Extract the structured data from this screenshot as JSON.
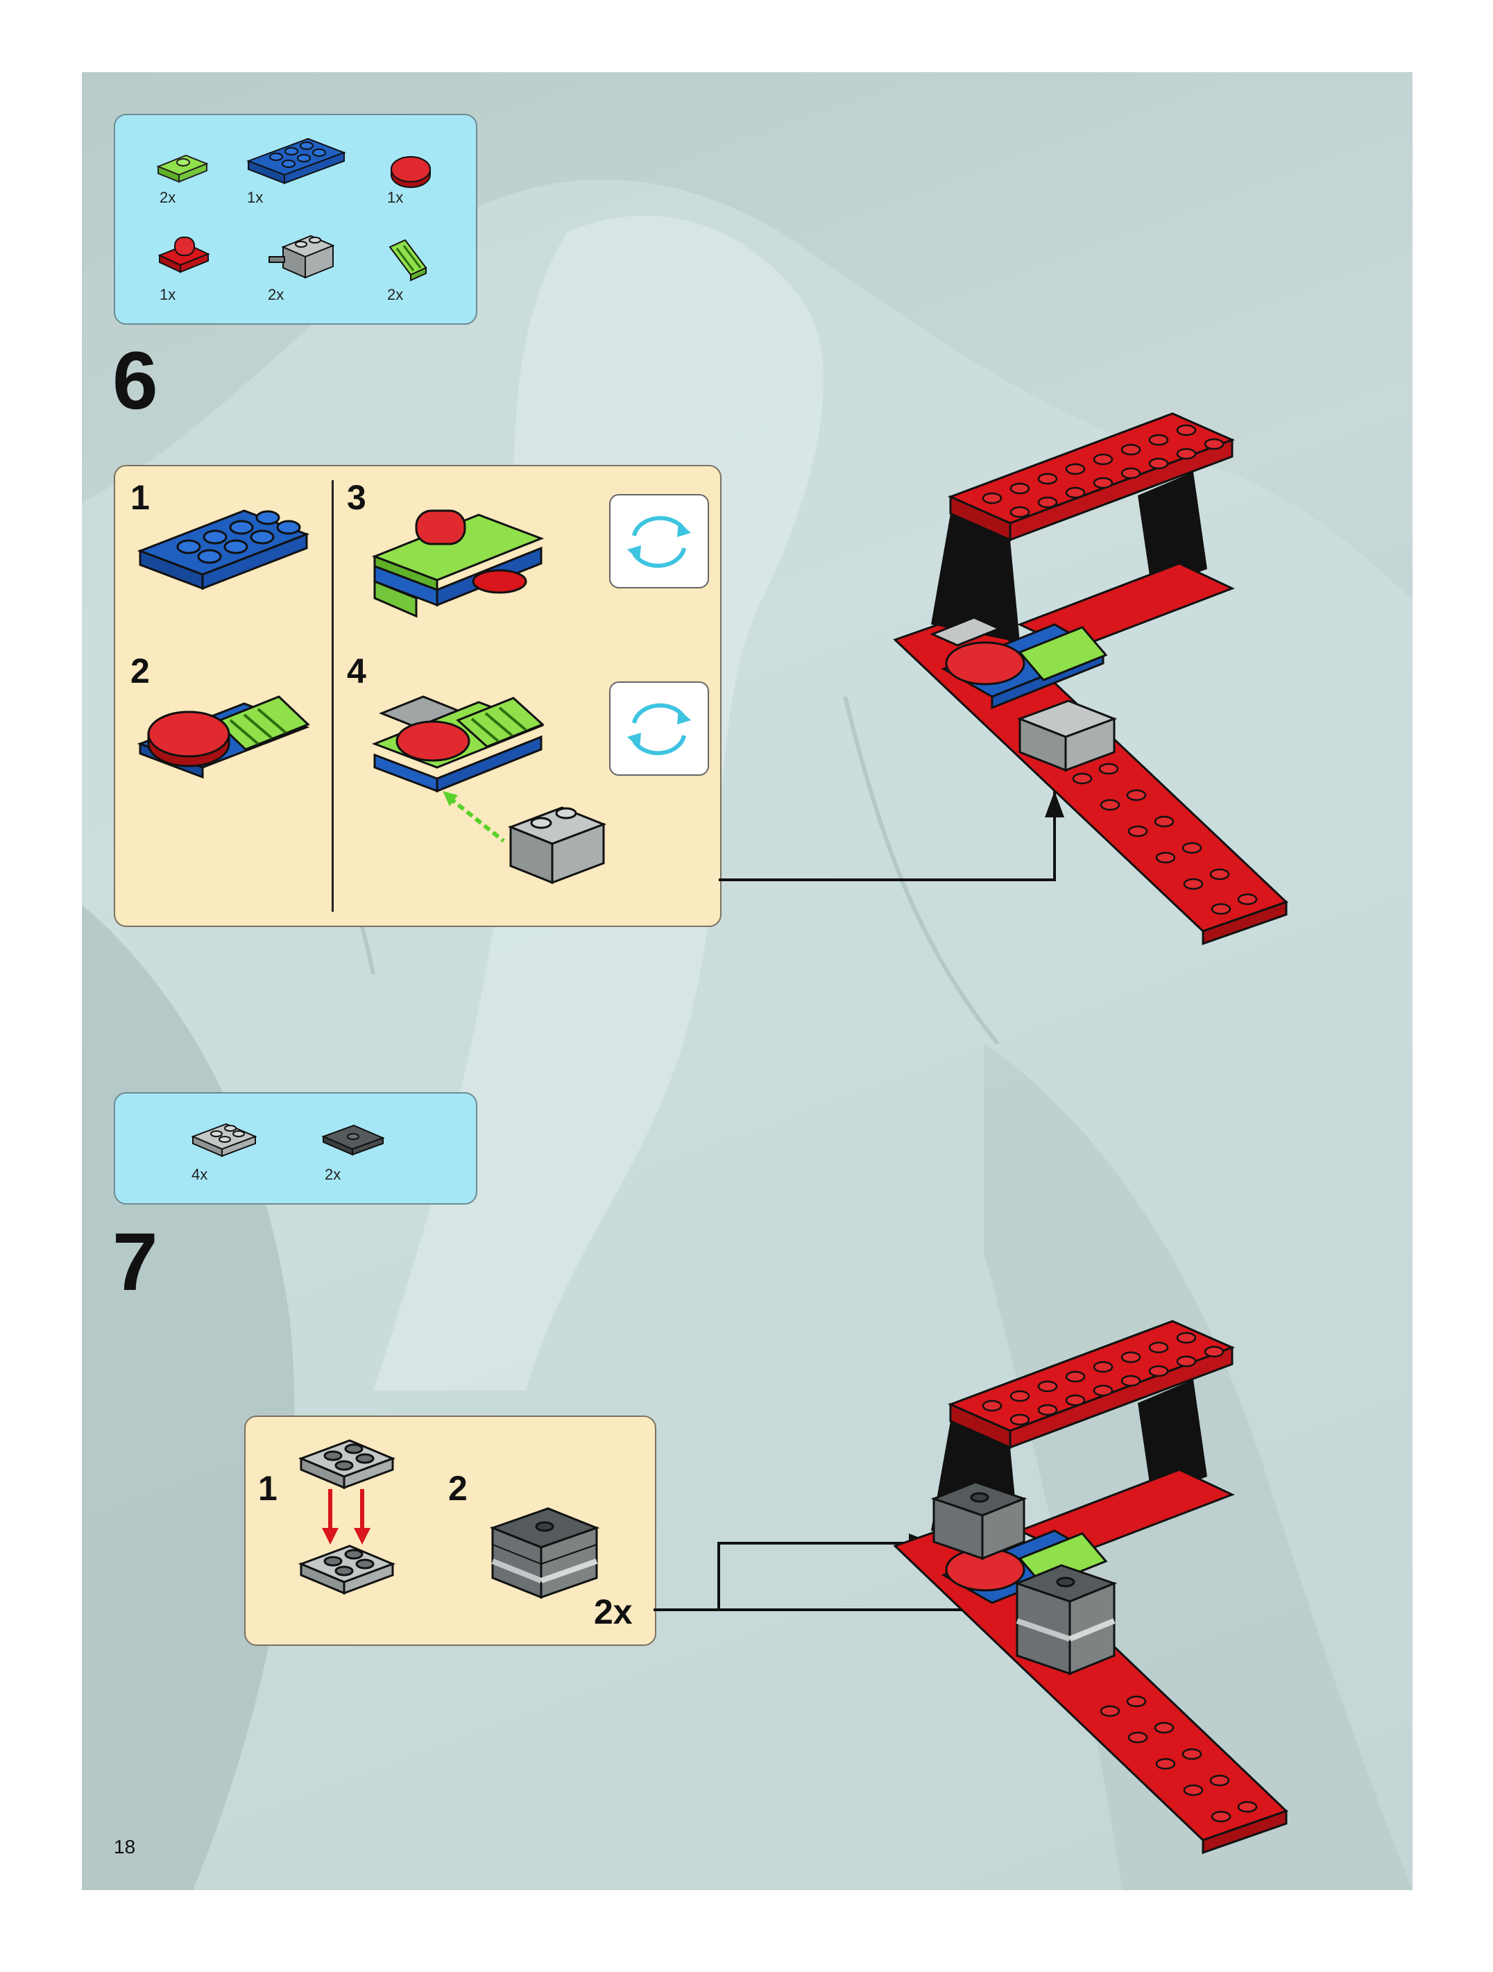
{
  "page_number": "18",
  "steps": [
    {
      "number": "6",
      "parts": [
        {
          "qty": "2x",
          "icon": "green-jumper-plate-icon"
        },
        {
          "qty": "1x",
          "icon": "blue-plate-2x4-icon"
        },
        {
          "qty": "1x",
          "icon": "red-round-tile-icon"
        },
        {
          "qty": "1x",
          "icon": "red-cylinder-brick-icon"
        },
        {
          "qty": "2x",
          "icon": "gray-pin-brick-icon"
        },
        {
          "qty": "2x",
          "icon": "green-grille-slope-icon"
        }
      ],
      "substeps": [
        "1",
        "2",
        "3",
        "4"
      ]
    },
    {
      "number": "7",
      "parts": [
        {
          "qty": "4x",
          "icon": "gray-plate-2x2-icon"
        },
        {
          "qty": "2x",
          "icon": "dark-gray-jumper-plate-icon"
        }
      ],
      "substeps": [
        "1",
        "2"
      ],
      "multiplier": "2x"
    }
  ],
  "colors": {
    "red": "#d8161b",
    "blue": "#1f5fc0",
    "lime": "#8fe04a",
    "gray": "#a0a5a5",
    "dark_gray": "#555a5c",
    "black": "#111111",
    "rotate_arrow": "#3dc4e0"
  }
}
